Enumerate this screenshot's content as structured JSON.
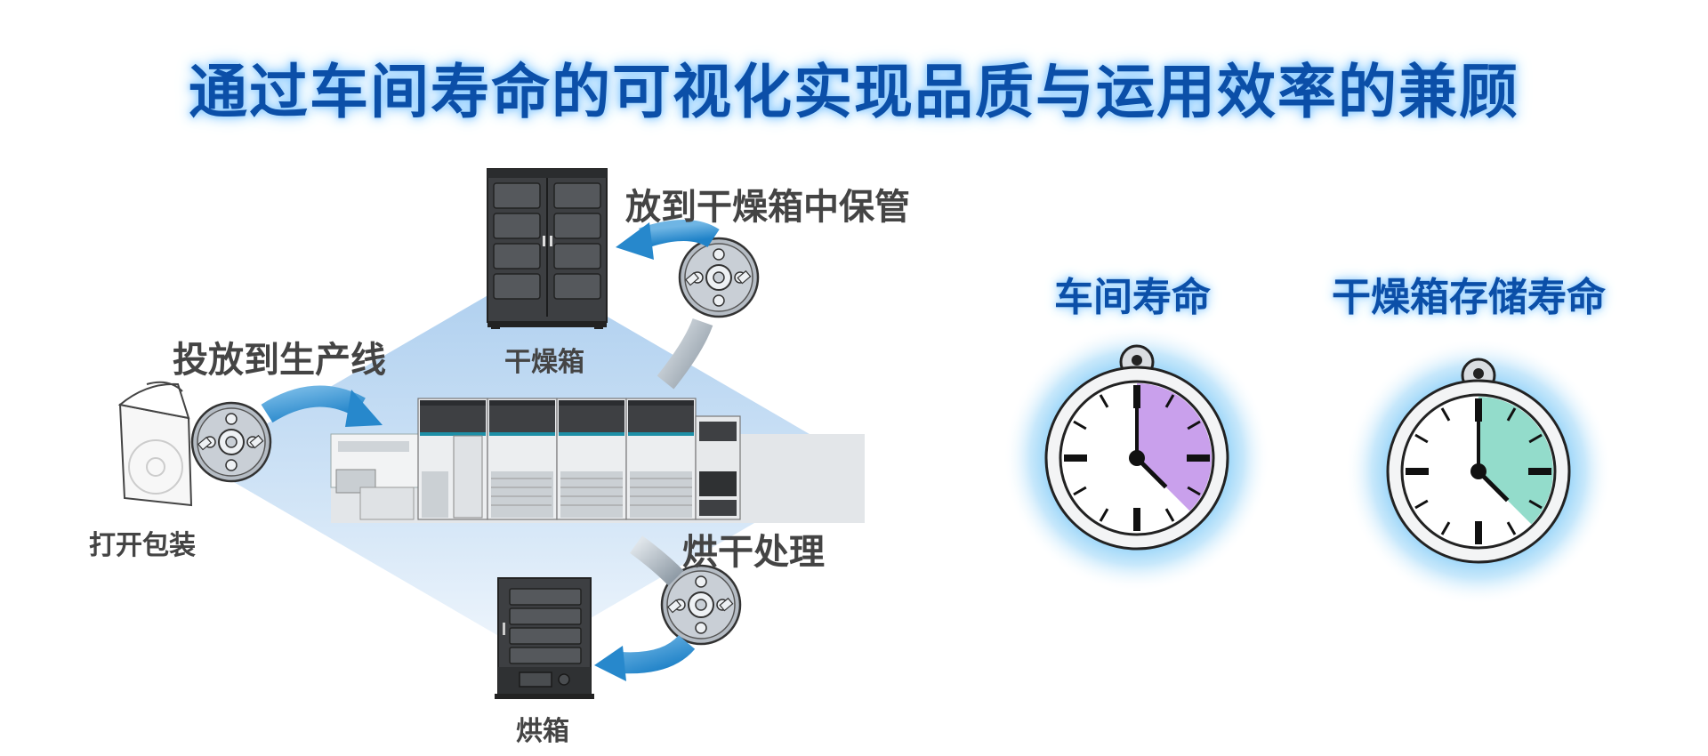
{
  "title": "通过车间寿命的可视化实现品质与运用效率的兼顾",
  "process": {
    "open_package": "打开包装",
    "feed_line": "投放到生产线",
    "store_dry_cabinet": "放到干燥箱中保管",
    "dry_cabinet": "干燥箱",
    "bake_process": "烘干处理",
    "oven": "烘箱"
  },
  "clocks": [
    {
      "label": "车间寿命",
      "fill_color": "#c9a0ec",
      "elapsed_fraction": 0.375
    },
    {
      "label": "干燥箱存储寿命",
      "fill_color": "#93dccb",
      "elapsed_fraction": 0.375
    }
  ],
  "colors": {
    "title": "#0b4fa8",
    "arrow": "#2f8fd0",
    "glow": "#6fc3f5"
  }
}
